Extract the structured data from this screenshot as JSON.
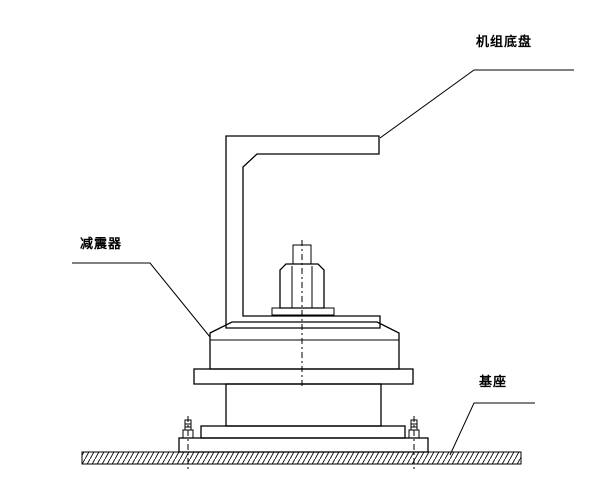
{
  "labels": {
    "unit_base_pan": "机组底盘",
    "isolator": "减震器",
    "foundation": "基座"
  },
  "colors": {
    "line": "#000000",
    "background": "#ffffff"
  }
}
